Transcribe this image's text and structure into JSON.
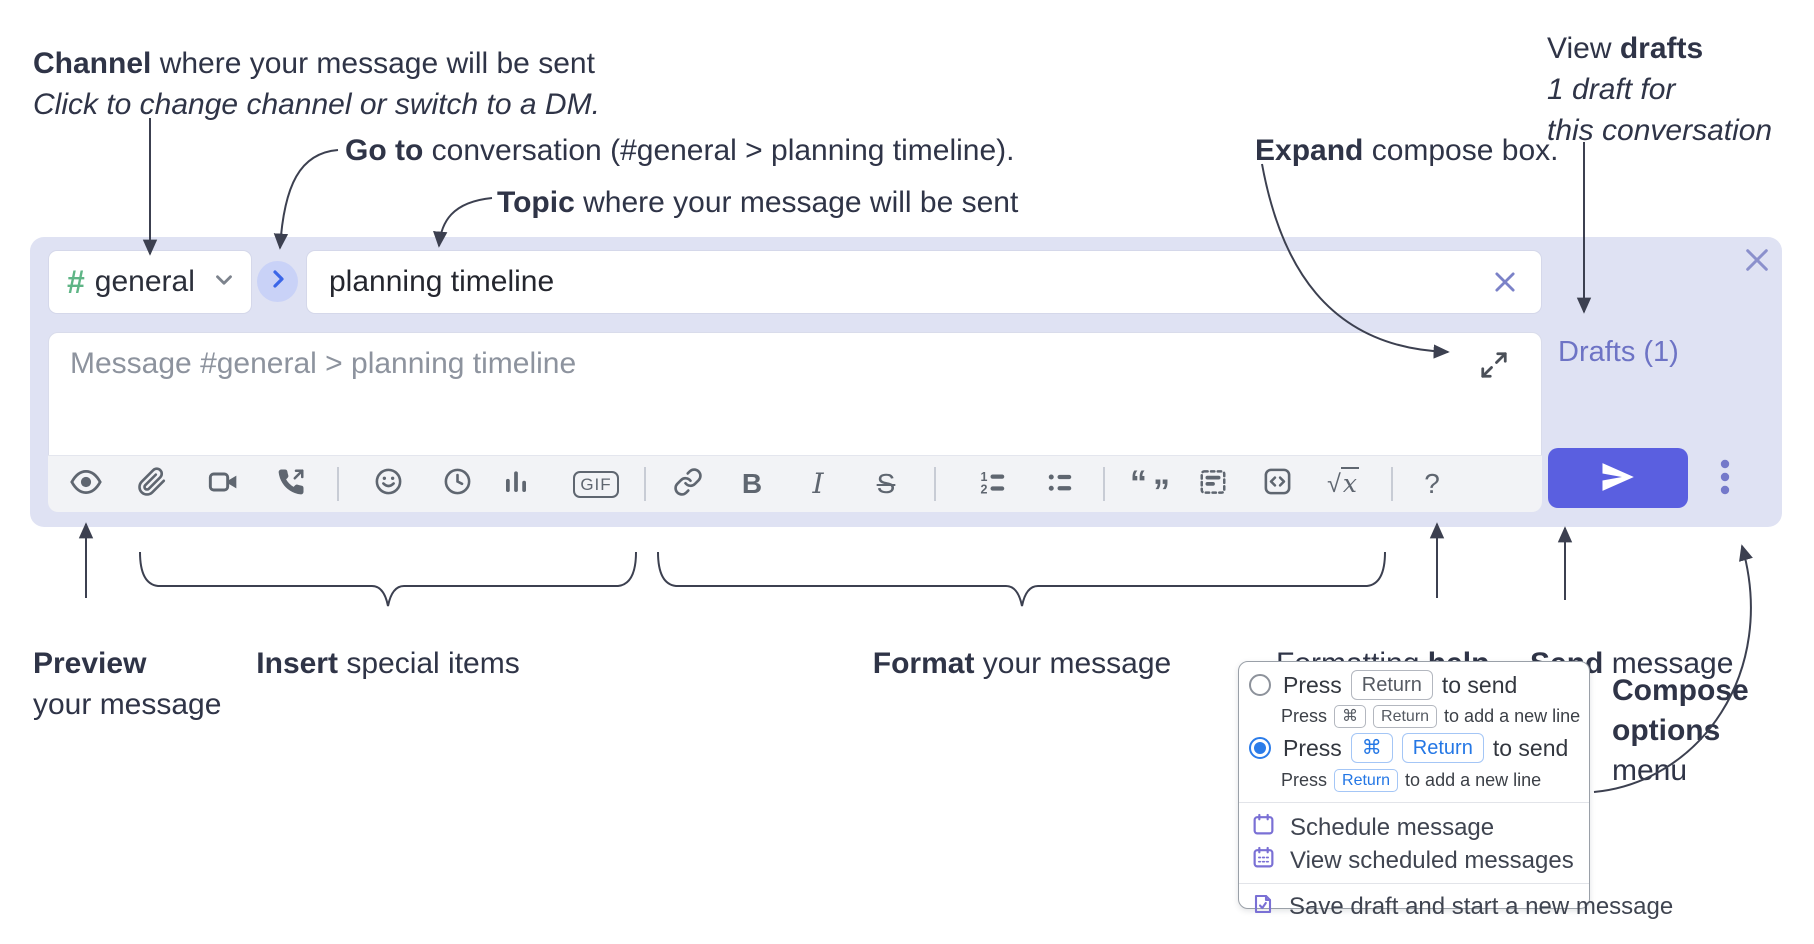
{
  "annotations": {
    "channel_bold": "Channel",
    "channel_rest": " where your message will be sent",
    "channel_line2": "Click to change channel or switch to a DM.",
    "goto_bold": "Go to",
    "goto_rest": " conversation (#general > planning timeline).",
    "topic_bold": "Topic",
    "topic_rest": " where your message will be sent",
    "expand_bold": "Expand",
    "expand_rest": " compose box.",
    "drafts_pre": "View ",
    "drafts_bold": "drafts",
    "drafts_line2": "1 draft for",
    "drafts_line3": "this conversation",
    "preview_bold": "Preview",
    "preview_line2": "your message",
    "insert_bold": "Insert",
    "insert_rest": " special items",
    "format_bold": "Format",
    "format_rest": " your message",
    "help_pre": "Formatting ",
    "help_bold": "help",
    "send_bold": "Send",
    "send_rest": " message",
    "compose_line1": "Compose",
    "compose_line2": "options",
    "compose_line3": "menu"
  },
  "composer": {
    "channel_hash": "#",
    "channel_name": "general",
    "topic_value": "planning timeline",
    "message_placeholder": "Message #general > planning timeline",
    "drafts_link": "Drafts (1)",
    "toolbar": {
      "gif": "GIF",
      "bold": "B",
      "italic": "I",
      "strike": "S",
      "quote_open": "“",
      "quote_close": "”",
      "formula_root": "√",
      "formula_var": "x",
      "help": "?"
    }
  },
  "compose_menu": {
    "option1": {
      "main_pre": "Press",
      "main_key": "Return",
      "main_post": "to send",
      "sub_pre": "Press",
      "sub_key1": "⌘",
      "sub_key2": "Return",
      "sub_post": "to add a new line"
    },
    "option2": {
      "main_pre": "Press",
      "main_key1": "⌘",
      "main_key2": "Return",
      "main_post": "to send",
      "sub_pre": "Press",
      "sub_key": "Return",
      "sub_post": "to add a new line"
    },
    "schedule": "Schedule message",
    "view_scheduled": "View scheduled messages",
    "save_draft": "Save draft and start a new message"
  },
  "colors": {
    "panel_bg": "#dfe2f3",
    "send_button": "#5a5fe0",
    "drafts_link": "#6d73c5",
    "selected_blue": "#2b7ce9",
    "channel_hash_green": "#5fb586",
    "menu_icon_purple": "#7a70d5",
    "annotation_ink": "#2f3447"
  }
}
